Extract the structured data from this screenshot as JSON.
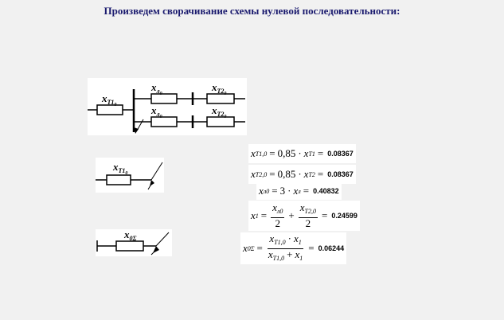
{
  "title": "Произведем сворачивание схемы нулевой последовательности:",
  "diagram1": {
    "t1": {
      "main": "x",
      "sub": "T1",
      "subsub": "0"
    },
    "l_top": {
      "main": "x",
      "sub": "л",
      "subsub": "0"
    },
    "l_bot": {
      "main": "x",
      "sub": "л",
      "subsub": "0"
    },
    "t2_top": {
      "main": "x",
      "sub": "T2",
      "subsub": "0"
    },
    "t2_bot": {
      "main": "x",
      "sub": "T2",
      "subsub": "0"
    }
  },
  "diagram2": {
    "label": {
      "main": "x",
      "sub": "T1",
      "subsub": "0"
    }
  },
  "diagram3": {
    "label": {
      "main": "x",
      "sub": "0Σ"
    }
  },
  "formulas": {
    "f1": {
      "lhs": "x",
      "lhs_sub": "T1,0",
      "coef": "0,85",
      "rhs": "x",
      "rhs_sub": "T1",
      "result": "0.08367"
    },
    "f2": {
      "lhs": "x",
      "lhs_sub": "T2,0",
      "coef": "0,85",
      "rhs": "x",
      "rhs_sub": "T2",
      "result": "0.08367"
    },
    "f3": {
      "lhs": "x",
      "lhs_sub": "л0",
      "coef": "3",
      "rhs": "x",
      "rhs_sub": "л",
      "result": "0.40832"
    },
    "f4": {
      "lhs": "x",
      "lhs_sub": "1",
      "num1": "x",
      "num1_sub": "л0",
      "den1": "2",
      "num2": "x",
      "num2_sub": "T2,0",
      "den2": "2",
      "result": "0.24599"
    },
    "f5": {
      "lhs": "x",
      "lhs_sub": "0Σ",
      "num_a": "x",
      "num_a_sub": "T1,0",
      "num_b": "x",
      "num_b_sub": "1",
      "den_a": "x",
      "den_a_sub": "T1,0",
      "den_b": "x",
      "den_b_sub": "1",
      "result": "0.06244"
    }
  }
}
